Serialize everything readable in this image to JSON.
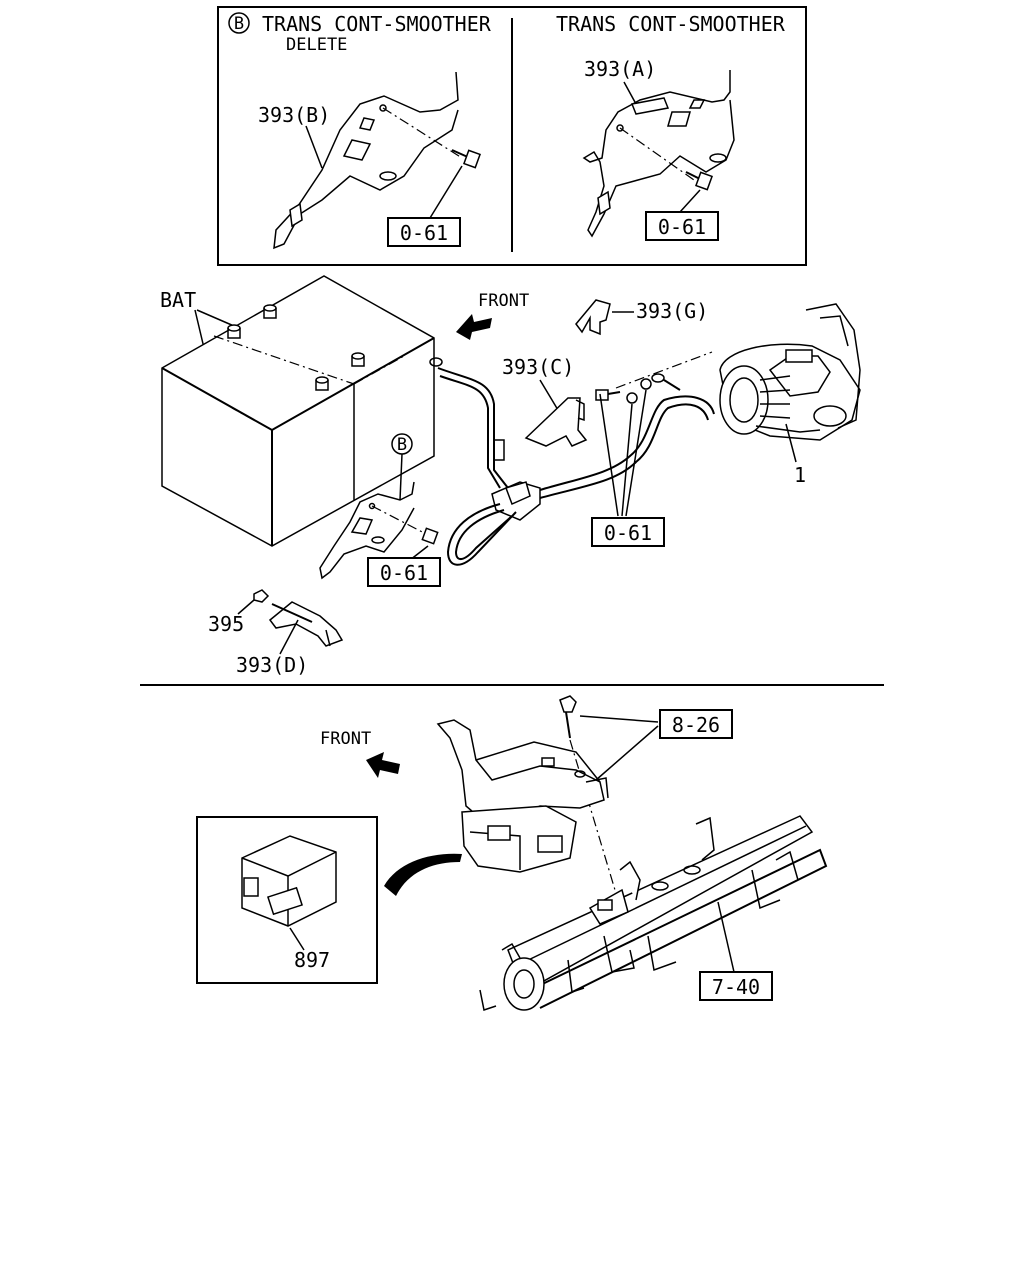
{
  "inset_left": {
    "marker": "B",
    "title_line1": "TRANS CONT-SMOOTHER",
    "title_line2": "DELETE",
    "part_label": "393(B)",
    "ref_box": "0-61"
  },
  "inset_right": {
    "title": "TRANS CONT-SMOOTHER",
    "part_label": "393(A)",
    "ref_box": "0-61"
  },
  "main": {
    "battery_label": "BAT",
    "front_label": "FRONT",
    "bracket_g": "393(G)",
    "bracket_c": "393(C)",
    "starter_number": "1",
    "marker": "B",
    "ref_box_center": "0-61",
    "ref_box_left": "0-61",
    "nut_label": "395",
    "bracket_d": "393(D)"
  },
  "lower": {
    "front_label": "FRONT",
    "ref_box_bolt": "8-26",
    "ref_box_frame": "7-40",
    "module_number": "897"
  }
}
